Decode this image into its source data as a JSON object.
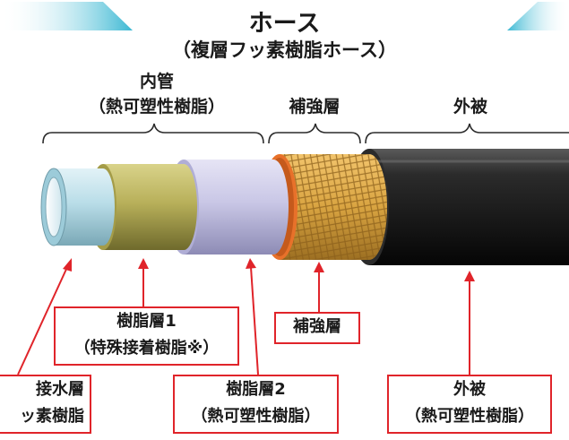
{
  "title": {
    "main": "ホース",
    "sub": "（複層フッ素樹脂ホース）"
  },
  "sections": {
    "inner_tube": {
      "line1": "内管",
      "line2": "（熱可塑性樹脂）"
    },
    "reinforcement": "補強層",
    "cover": "外被"
  },
  "callouts": {
    "resin_layer_1": {
      "line1": "樹脂層1",
      "line2": "（特殊接着樹脂※）"
    },
    "reinforcement_layer": "補強層",
    "liquid_contact_layer": {
      "line1": "接水層",
      "line2": "ッ素樹脂"
    },
    "resin_layer_2": {
      "line1": "樹脂層2",
      "line2": "（熱可塑性樹脂）"
    },
    "cover": {
      "line1": "外被",
      "line2": "（熱可塑性樹脂）"
    }
  },
  "colors": {
    "accent_red": "#e0242a",
    "banner_cyan": "#4fc3d9",
    "layer_inner": "#b9dde8",
    "layer_resin1": "#b8b05a",
    "layer_resin2": "#c9c7e6",
    "layer_orange": "#e8712a",
    "layer_braid": "#d9a441",
    "layer_cover": "#1e1e1e"
  }
}
